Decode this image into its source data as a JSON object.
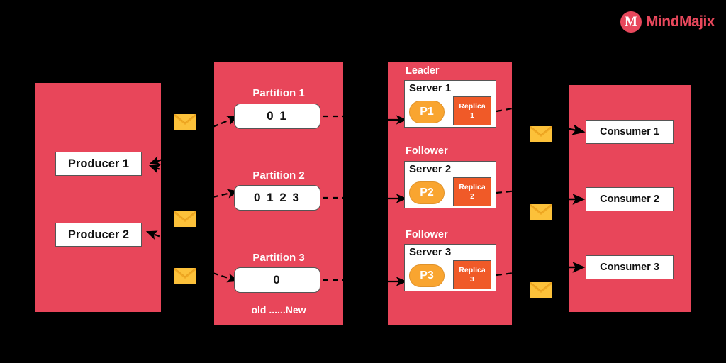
{
  "brand": {
    "name": "MindMajix",
    "mark_letter": "M",
    "color": "#E8485C"
  },
  "theme": {
    "background": "#000000",
    "panel_red": "#E8465A",
    "box_white": "#FFFFFF",
    "partition_orange": "#F9A530",
    "replica_orange": "#F05A28",
    "envelope_yellow": "#FCC13A",
    "text_dark": "#111111",
    "text_light": "#FFFFFF"
  },
  "producers": {
    "items": [
      {
        "label": "Producer 1"
      },
      {
        "label": "Producer 2"
      }
    ]
  },
  "partitions": {
    "items": [
      {
        "label": "Partition 1",
        "offsets": "0  1"
      },
      {
        "label": "Partition 2",
        "offsets": "0 1 2 3"
      },
      {
        "label": "Partition 3",
        "offsets": "0"
      }
    ],
    "axis_label": "old  ......New"
  },
  "brokers": {
    "items": [
      {
        "role": "Leader",
        "server": "Server 1",
        "partition": "P1",
        "replica_title": "Replica",
        "replica_index": "1"
      },
      {
        "role": "Follower",
        "server": "Server 2",
        "partition": "P2",
        "replica_title": "Replica",
        "replica_index": "2"
      },
      {
        "role": "Follower",
        "server": "Server 3",
        "partition": "P3",
        "replica_title": "Replica",
        "replica_index": "3"
      }
    ]
  },
  "consumers": {
    "items": [
      {
        "label": "Consumer 1"
      },
      {
        "label": "Consumer 2"
      },
      {
        "label": "Consumer 3"
      }
    ]
  },
  "messages": {
    "icon": "envelope-icon",
    "left_count": 3,
    "right_count": 3
  }
}
